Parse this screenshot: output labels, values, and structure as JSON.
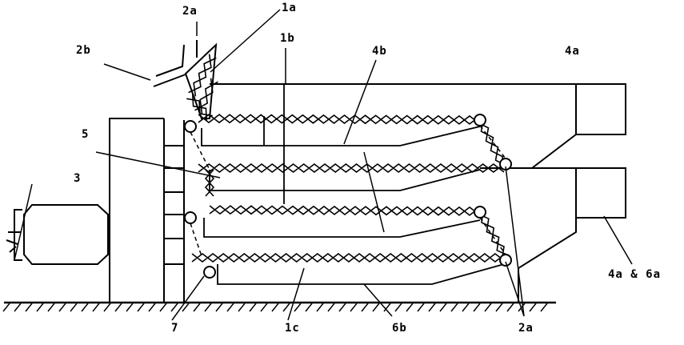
{
  "figure": {
    "labels": {
      "feed_2a_top": "2a",
      "hopper_1a": "1a",
      "chute_2b": "2b",
      "belt_1b": "1b",
      "plate_4b": "4b",
      "outlet_4a": "4a",
      "part_5": "5",
      "motor_3": "3",
      "part_7": "7",
      "belt_1c": "1c",
      "plate_6b": "6b",
      "rollers_2a_bottom": "2a",
      "outlet_4a_6a": "4a & 6a"
    }
  }
}
